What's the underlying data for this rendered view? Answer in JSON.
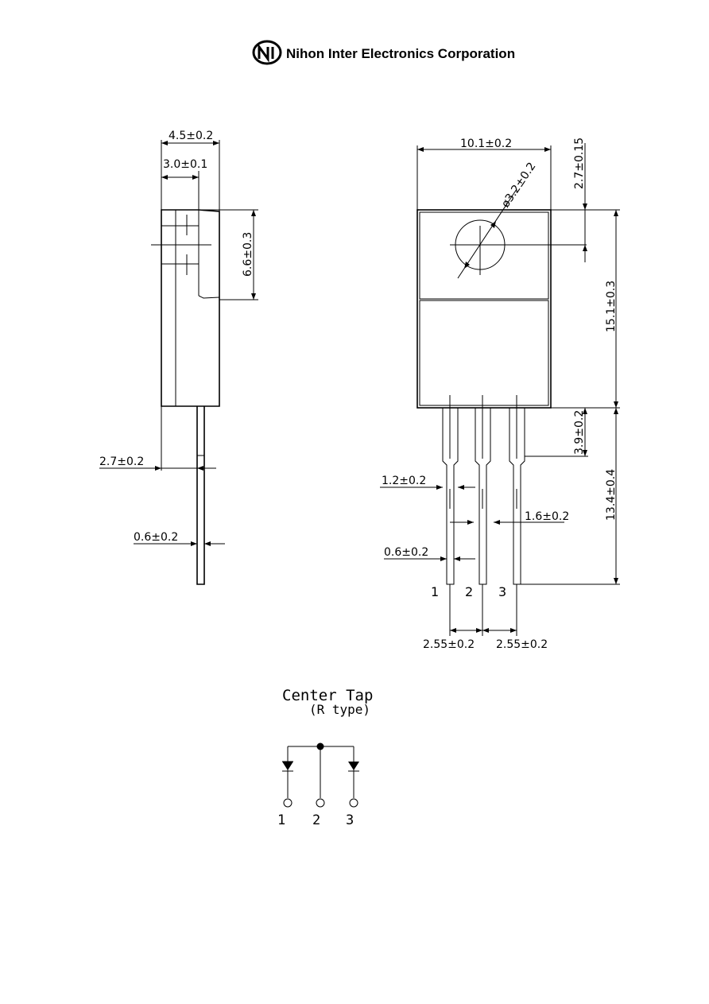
{
  "header": {
    "logo_icon": "nihon-inter-logo-icon",
    "company": "Nihon Inter Electronics Corporation"
  },
  "side_view": {
    "dims": {
      "width": "4.5±0.2",
      "tab": "3.0±0.1",
      "hole_height": "6.6±0.3",
      "lead_offset": "2.7±0.2",
      "lead_thickness": "0.6±0.2"
    }
  },
  "front_view": {
    "dims": {
      "body_width": "10.1±0.2",
      "hole_diameter": "ø3.2±0.2",
      "hole_center": "2.7±0.15",
      "body_height": "15.1±0.3",
      "lead_shoulder": "3.9±0.2",
      "lead_length": "13.4±0.4",
      "lead_width_upper": "1.2±0.2",
      "lead_spacing": "1.6±0.2",
      "lead_width": "0.6±0.2",
      "pitch_1": "2.55±0.2",
      "pitch_2": "2.55±0.2"
    },
    "pins": [
      "1",
      "2",
      "3"
    ]
  },
  "schematic": {
    "title": "Center Tap",
    "subtitle": "(R type)",
    "pins": [
      "1",
      "2",
      "3"
    ]
  }
}
